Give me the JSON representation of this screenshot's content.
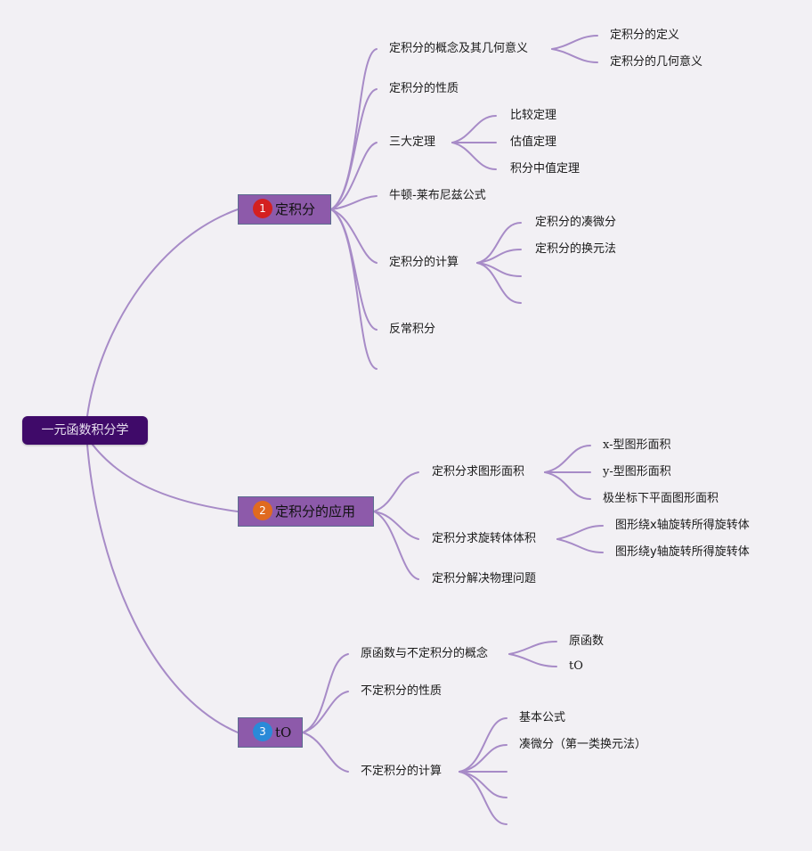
{
  "root": {
    "label": "一元函数积分学"
  },
  "branches": [
    {
      "label": "定积分",
      "badge_number": "1",
      "badge_color": "#d42020",
      "children": [
        {
          "label": "定积分的概念及其几何意义",
          "children": [
            "定积分的定义",
            "定积分的几何意义"
          ]
        },
        {
          "label": "定积分的性质"
        },
        {
          "label": "三大定理",
          "children": [
            "比较定理",
            "估值定理",
            "积分中值定理"
          ]
        },
        {
          "label": "牛顿-莱布尼兹公式"
        },
        {
          "label": "定积分的计算",
          "children": [
            "定积分的凑微分",
            "定积分的换元法",
            "",
            ""
          ]
        },
        {
          "label": "反常积分"
        },
        {
          "label": ""
        }
      ]
    },
    {
      "label": "定积分的应用",
      "badge_number": "2",
      "badge_color": "#e06a20",
      "children": [
        {
          "label": "定积分求图形面积",
          "children": [
            "x-型图形面积",
            "y-型图形面积",
            "极坐标下平面图形面积"
          ]
        },
        {
          "label": "定积分求旋转体体积",
          "children": [
            "图形绕x轴旋转所得旋转体",
            "图形绕y轴旋转所得旋转体"
          ]
        },
        {
          "label": "定积分解决物理问题"
        }
      ]
    },
    {
      "label": "tO",
      "badge_number": "3",
      "badge_color": "#2a8ad8",
      "children": [
        {
          "label": "原函数与不定积分的概念",
          "children": [
            "原函数",
            "tO"
          ]
        },
        {
          "label": "不定积分的性质"
        },
        {
          "label": "不定积分的计算",
          "children": [
            "基本公式",
            "凑微分（第一类换元法）",
            "",
            "",
            ""
          ]
        }
      ]
    }
  ],
  "colors": {
    "background": "#f2f0f4",
    "root_fill": "#3f0a69",
    "branch_fill": "#8d5aaa",
    "connector": "#a78bc7"
  }
}
